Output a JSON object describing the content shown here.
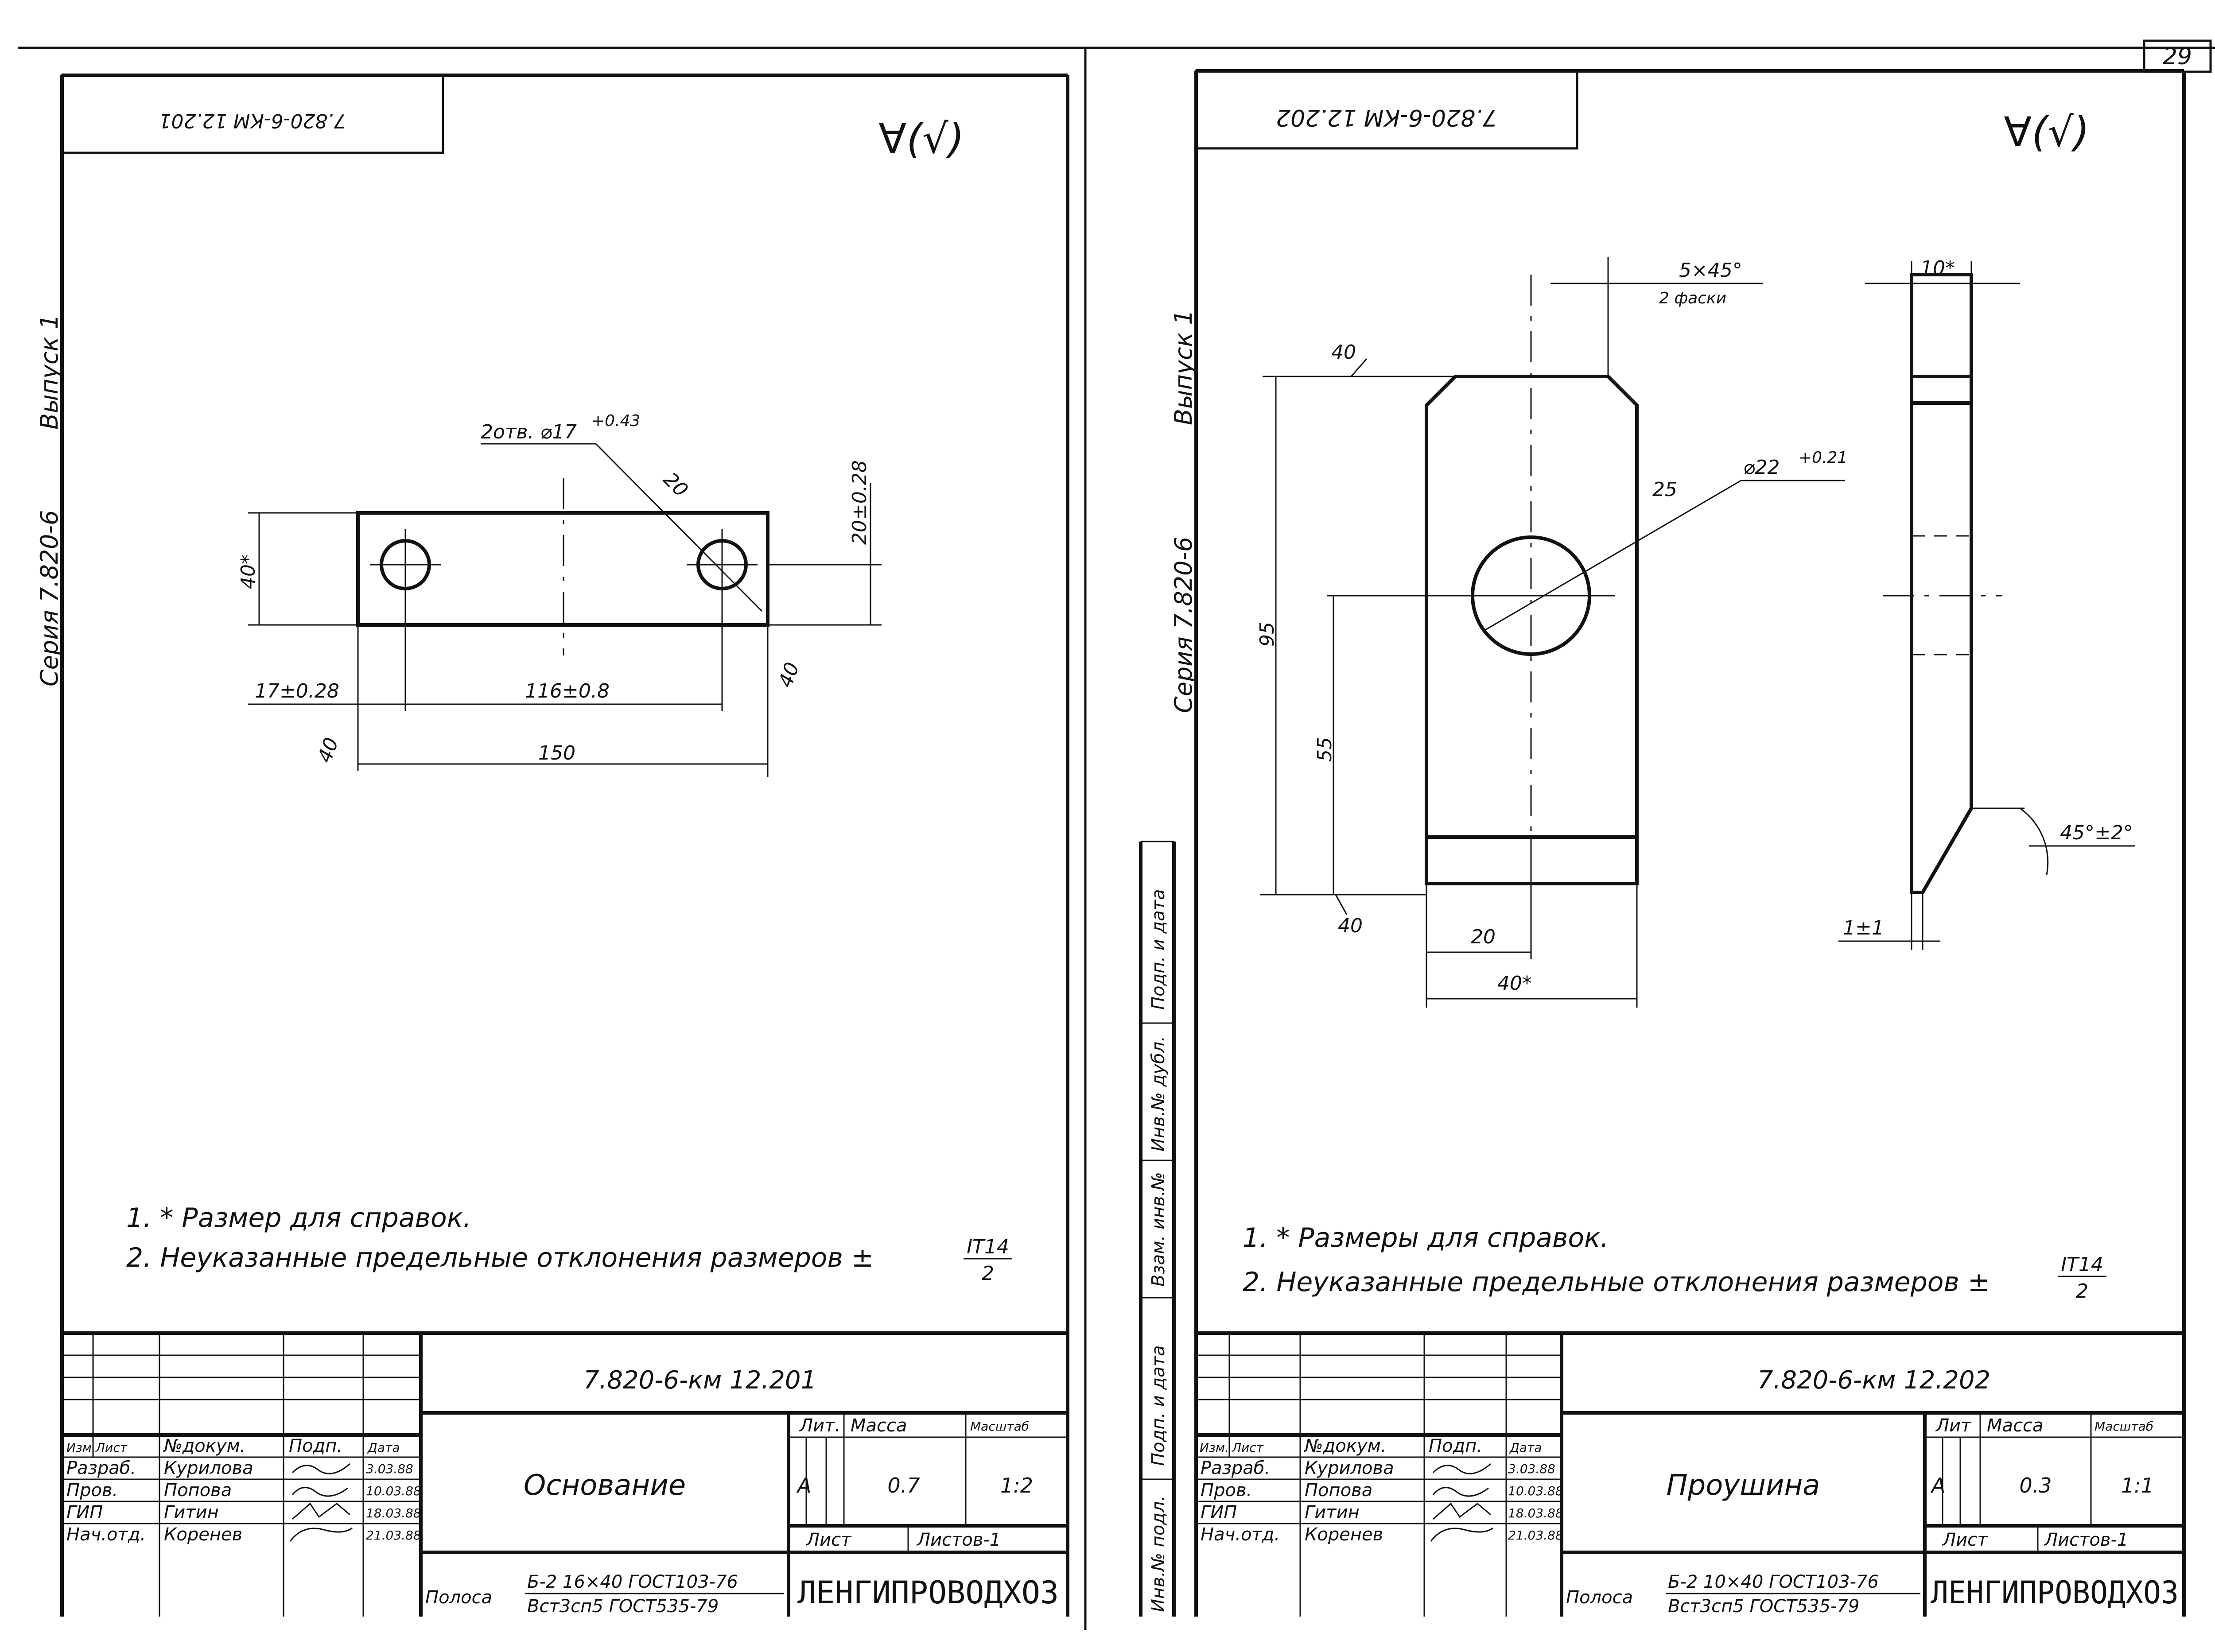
{
  "page_number": "29",
  "side": {
    "series": "Серия  7.820-6",
    "issue": "Выпуск 1"
  },
  "sheets": [
    {
      "code_stamp": "7.820-6-КМ 12.201",
      "roughness": "∀(√)",
      "holes": "2отв. ⌀17",
      "holes_tol": "+0.43",
      "dims": {
        "d20_upper": "20",
        "d40_star": "40*",
        "d20_tol": "20±0.28",
        "d17": "17±0.28",
        "d116": "116±0.8",
        "d150": "150",
        "d40_left": "40",
        "d40_right": "40"
      },
      "notes": [
        "1. * Размер для справок.",
        "2. Неуказанные предельные отклонения размеров ±"
      ],
      "tol_num": "IT14",
      "tol_den": "2",
      "title_block": {
        "code": "7.820-6-км 12.201",
        "name": "Основание",
        "cols": [
          "Изм.",
          "Лист",
          "№докум.",
          "Подп.",
          "Дата"
        ],
        "rows": [
          {
            "role": "Разраб.",
            "person": "Курилова",
            "date": "3.03.88"
          },
          {
            "role": "Пров.",
            "person": "Попова",
            "date": "10.03.88"
          },
          {
            "role": "ГИП",
            "person": "Гитин",
            "date": "18.03.88"
          },
          {
            "role": "Нач.отд.",
            "person": "Коренев",
            "date": "21.03.88"
          }
        ],
        "lit_label": "Лит.",
        "mass_label": "Масса",
        "scale_label": "Масштаб",
        "lit": "А",
        "mass": "0.7",
        "scale": "1:2",
        "sheet_label": "Лист",
        "sheets_label": "Листов-1",
        "material_prefix": "Полоса",
        "material_num": "Б-2 16×40 ГОСТ103-76",
        "material_den": "Вст3сп5 ГОСТ535-79",
        "org": "ЛЕНГИПРОВОДХОЗ"
      }
    },
    {
      "code_stamp": "7.820-6-КМ 12.202",
      "roughness": "∀(√)",
      "chamfer": "5×45°",
      "chamfer_note": "2 фаски",
      "hole": "⌀22",
      "hole_tol": "+0.21",
      "dims": {
        "d40_top": "40",
        "d25": "25",
        "d95": "95",
        "d55": "55",
        "d40_bottom": "40",
        "d20": "20",
        "d40_star": "40*",
        "d10_star": "10*",
        "angle": "45°±2°",
        "d1": "1±1"
      },
      "notes": [
        "1. * Размеры для справок.",
        "2. Неуказанные предельные отклонения размеров ±"
      ],
      "tol_num": "IT14",
      "tol_den": "2",
      "title_block": {
        "code": "7.820-6-км 12.202",
        "name": "Проушина",
        "cols": [
          "Изм.",
          "Лист",
          "№докум.",
          "Подп.",
          "Дата"
        ],
        "rows": [
          {
            "role": "Разраб.",
            "person": "Курилова",
            "date": "3.03.88"
          },
          {
            "role": "Пров.",
            "person": "Попова",
            "date": "10.03.88"
          },
          {
            "role": "ГИП",
            "person": "Гитин",
            "date": "18.03.88"
          },
          {
            "role": "Нач.отд.",
            "person": "Коренев",
            "date": "21.03.88"
          }
        ],
        "lit_label": "Лит",
        "mass_label": "Масса",
        "scale_label": "Масштаб",
        "lit": "А",
        "mass": "0.3",
        "scale": "1:1",
        "sheet_label": "Лист",
        "sheets_label": "Листов-1",
        "material_prefix": "Полоса",
        "material_num": "Б-2 10×40 ГОСТ103-76",
        "material_den": "Вст3сп5 ГОСТ535-79",
        "org": "ЛЕНГИПРОВОДХОЗ"
      }
    }
  ],
  "margin_stamp": [
    "Подп. и дата",
    "Инв.№ дубл.",
    "Взам. инв.№",
    "Подп. и дата",
    "Инв.№ подл."
  ]
}
